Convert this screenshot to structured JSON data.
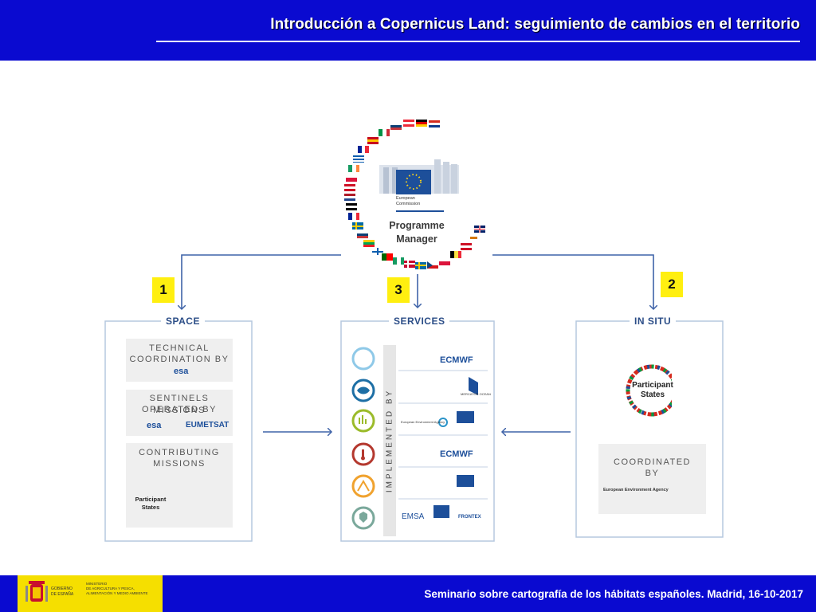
{
  "header": {
    "title": "Introducción a Copernicus Land: seguimiento de cambios en el territorio"
  },
  "footer": {
    "text": "Seminario sobre cartografía de los hábitats españoles. Madrid, 16-10-2017",
    "gov_logo": {
      "line1": "GOBIERNO",
      "line2": "DE ESPAÑA",
      "line3": "MINISTERIO",
      "line4": "DE AGRICULTURA Y PESCA,",
      "line5": "ALIMENTACIÓN Y MEDIO AMBIENTE"
    }
  },
  "diagram": {
    "programme_manager": {
      "label_line1": "Programme",
      "label_line2": "Manager",
      "org_line1": "European",
      "org_line2": "Commission"
    },
    "space": {
      "number": "1",
      "title": "SPACE",
      "technical": {
        "line1": "TECHNICAL",
        "line2": "COORDINATION BY",
        "org": "esa"
      },
      "sentinels": {
        "line1": "SENTINELS MISSIONS",
        "line2": "OPERATED BY",
        "org1": "esa",
        "org2": "EUMETSAT"
      },
      "contributing": {
        "line1": "CONTRIBUTING",
        "line2": "MISSIONS",
        "ps_line1": "Participant",
        "ps_line2": "States"
      }
    },
    "services": {
      "number": "3",
      "title": "SERVICES",
      "implemented_by": "IMPLEMENTED BY",
      "rows": [
        {
          "icon": "atmosphere-icon",
          "org": "ECMWF"
        },
        {
          "icon": "marine-icon",
          "org": "MERCATOR OCEAN"
        },
        {
          "icon": "land-icon",
          "org": "European Environment Agency"
        },
        {
          "icon": "climate-icon",
          "org": "ECMWF"
        },
        {
          "icon": "emergency-icon",
          "org": ""
        },
        {
          "icon": "security-icon",
          "org": "EMSA",
          "org2": "FRONTEX"
        }
      ]
    },
    "in_situ": {
      "number": "2",
      "title": "IN SITU",
      "ps_line1": "Participant",
      "ps_line2": "States",
      "coordinated": {
        "line1": "COORDINATED",
        "line2": "BY",
        "org": "European Environment Agency"
      }
    },
    "colors": {
      "line": "#3f63a8",
      "box_border": "#b6c8df",
      "accent_blue": "#0a0ad0",
      "number_yellow": "#ffef10",
      "eu_blue": "#1d4f9a"
    }
  }
}
